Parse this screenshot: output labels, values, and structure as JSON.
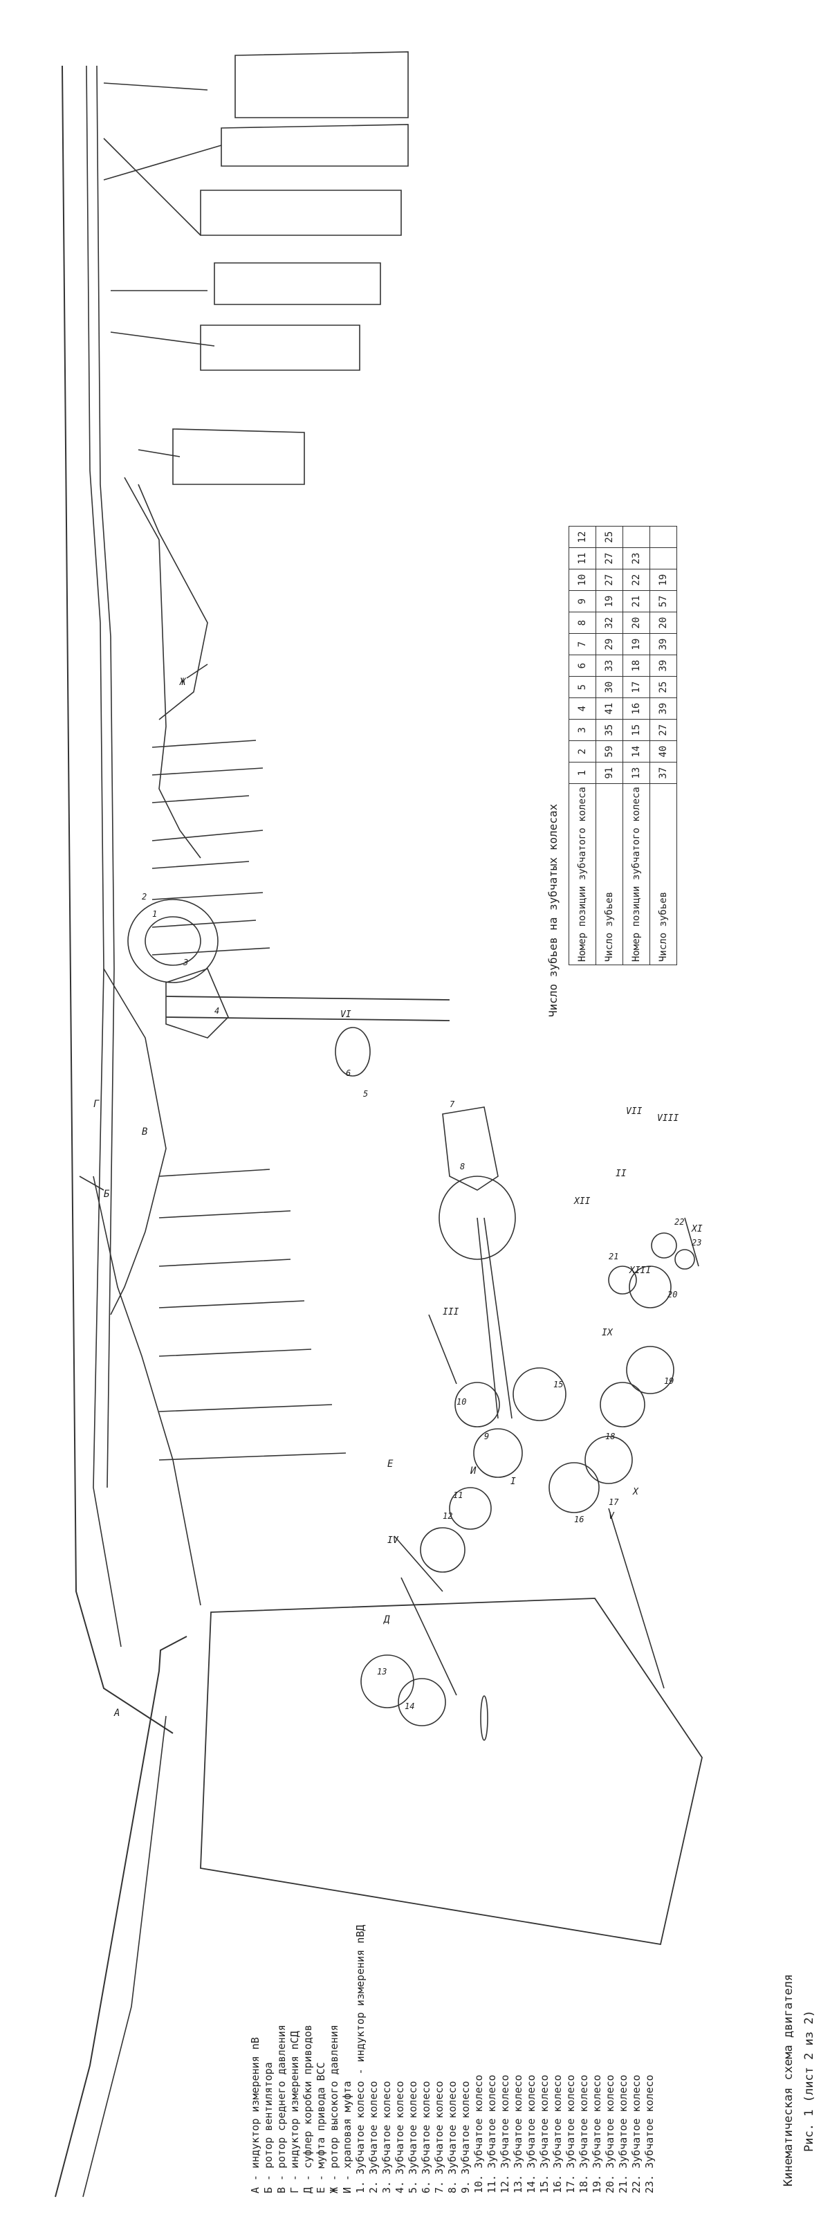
{
  "legend_letters": [
    "А - индуктор измерения nВ",
    "Б - ротор вентилятора",
    "В - ротор среднего давления",
    "Г - индуктор измерения nСД",
    "Д - суфлер коробки приводов",
    "Е - муфта привода ВСС",
    "Ж - ротор высокого давления",
    "И - храповая муфта"
  ],
  "legend_gears": [
    "1. Зубчатое колесо - индуктор измерения nВД",
    "2. Зубчатое колесо",
    "3. Зубчатое колесо",
    "4. Зубчатое колесо",
    "5. Зубчатое колесо",
    "6. Зубчатое колесо",
    "7. Зубчатое колесо",
    "8. Зубчатое колесо",
    "9. Зубчатое колесо",
    "10. Зубчатое колесо",
    "11. Зубчатое колесо",
    "12. Зубчатое колесо",
    "13. Зубчатое колесо",
    "14. Зубчатое колесо",
    "15. Зубчатое колесо",
    "16. Зубчатое колесо",
    "17. Зубчатое колесо",
    "18. Зубчатое колесо",
    "19. Зубчатое колесо",
    "20. Зубчатое колесо",
    "21. Зубчатое колесо",
    "22. Зубчатое колесо",
    "23. Зубчатое колесо"
  ],
  "caption": {
    "title": "Кинематическая схема двигателя",
    "subtitle": "Рис. 1 (лист 2 из 2)"
  },
  "teeth_table": {
    "title": "Число зубьев на зубчатых колесах",
    "rows": [
      [
        "Номер позиции зубчатого колеса",
        "1",
        "2",
        "3",
        "4",
        "5",
        "6",
        "7",
        "8",
        "9",
        "10",
        "11",
        "12"
      ],
      [
        "Число зубьев",
        "91",
        "59",
        "35",
        "41",
        "30",
        "33",
        "29",
        "32",
        "19",
        "27",
        "27",
        "25"
      ],
      [
        "Номер позиции зубчатого колеса",
        "13",
        "14",
        "15",
        "16",
        "17",
        "18",
        "19",
        "20",
        "21",
        "22",
        "23",
        ""
      ],
      [
        "Число зубьев",
        "37",
        "40",
        "27",
        "39",
        "25",
        "39",
        "39",
        "20",
        "57",
        "19",
        "",
        ""
      ]
    ]
  },
  "drawing_labels": {
    "A": "А",
    "B": "Б",
    "V": "В",
    "G": "Г",
    "D": "Д",
    "E": "Е",
    "ZH": "Ж",
    "I": "И",
    "roman": [
      "I",
      "II",
      "III",
      "IV",
      "V",
      "VI",
      "VII",
      "VIII",
      "IX",
      "X",
      "XI",
      "XII",
      "XIII"
    ],
    "gears": [
      "1",
      "2",
      "3",
      "4",
      "5",
      "6",
      "7",
      "8",
      "9",
      "10",
      "11",
      "12",
      "13",
      "14",
      "15",
      "16",
      "17",
      "18",
      "19",
      "20",
      "21",
      "22",
      "23"
    ]
  }
}
